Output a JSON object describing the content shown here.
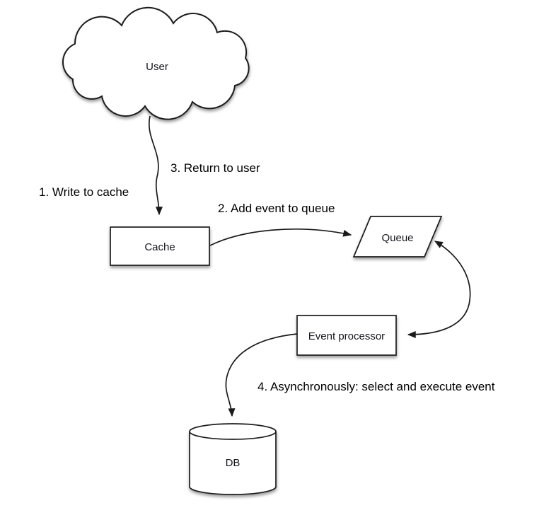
{
  "diagram": {
    "nodes": {
      "user": {
        "label": "User",
        "shape": "cloud"
      },
      "cache": {
        "label": "Cache",
        "shape": "rectangle"
      },
      "queue": {
        "label": "Queue",
        "shape": "parallelogram"
      },
      "event_processor": {
        "label": "Event processor",
        "shape": "rectangle"
      },
      "db": {
        "label": "DB",
        "shape": "cylinder"
      }
    },
    "step_labels": {
      "step1": "1. Write to cache",
      "step2": "2. Add event to queue",
      "step3": "3. Return to user",
      "step4": "4. Asynchronously: select and execute event"
    },
    "edges": [
      {
        "from": "user",
        "to": "cache",
        "style": "arrow"
      },
      {
        "from": "cache",
        "to": "queue",
        "style": "arrow"
      },
      {
        "from": "queue",
        "to": "event_processor",
        "style": "double-arrow"
      },
      {
        "from": "event_processor",
        "to": "db",
        "style": "arrow"
      }
    ],
    "colors": {
      "background": "#ffffff",
      "stroke": "#1a1a1a",
      "node_fill": "#ffffff",
      "text": "#111111"
    }
  }
}
